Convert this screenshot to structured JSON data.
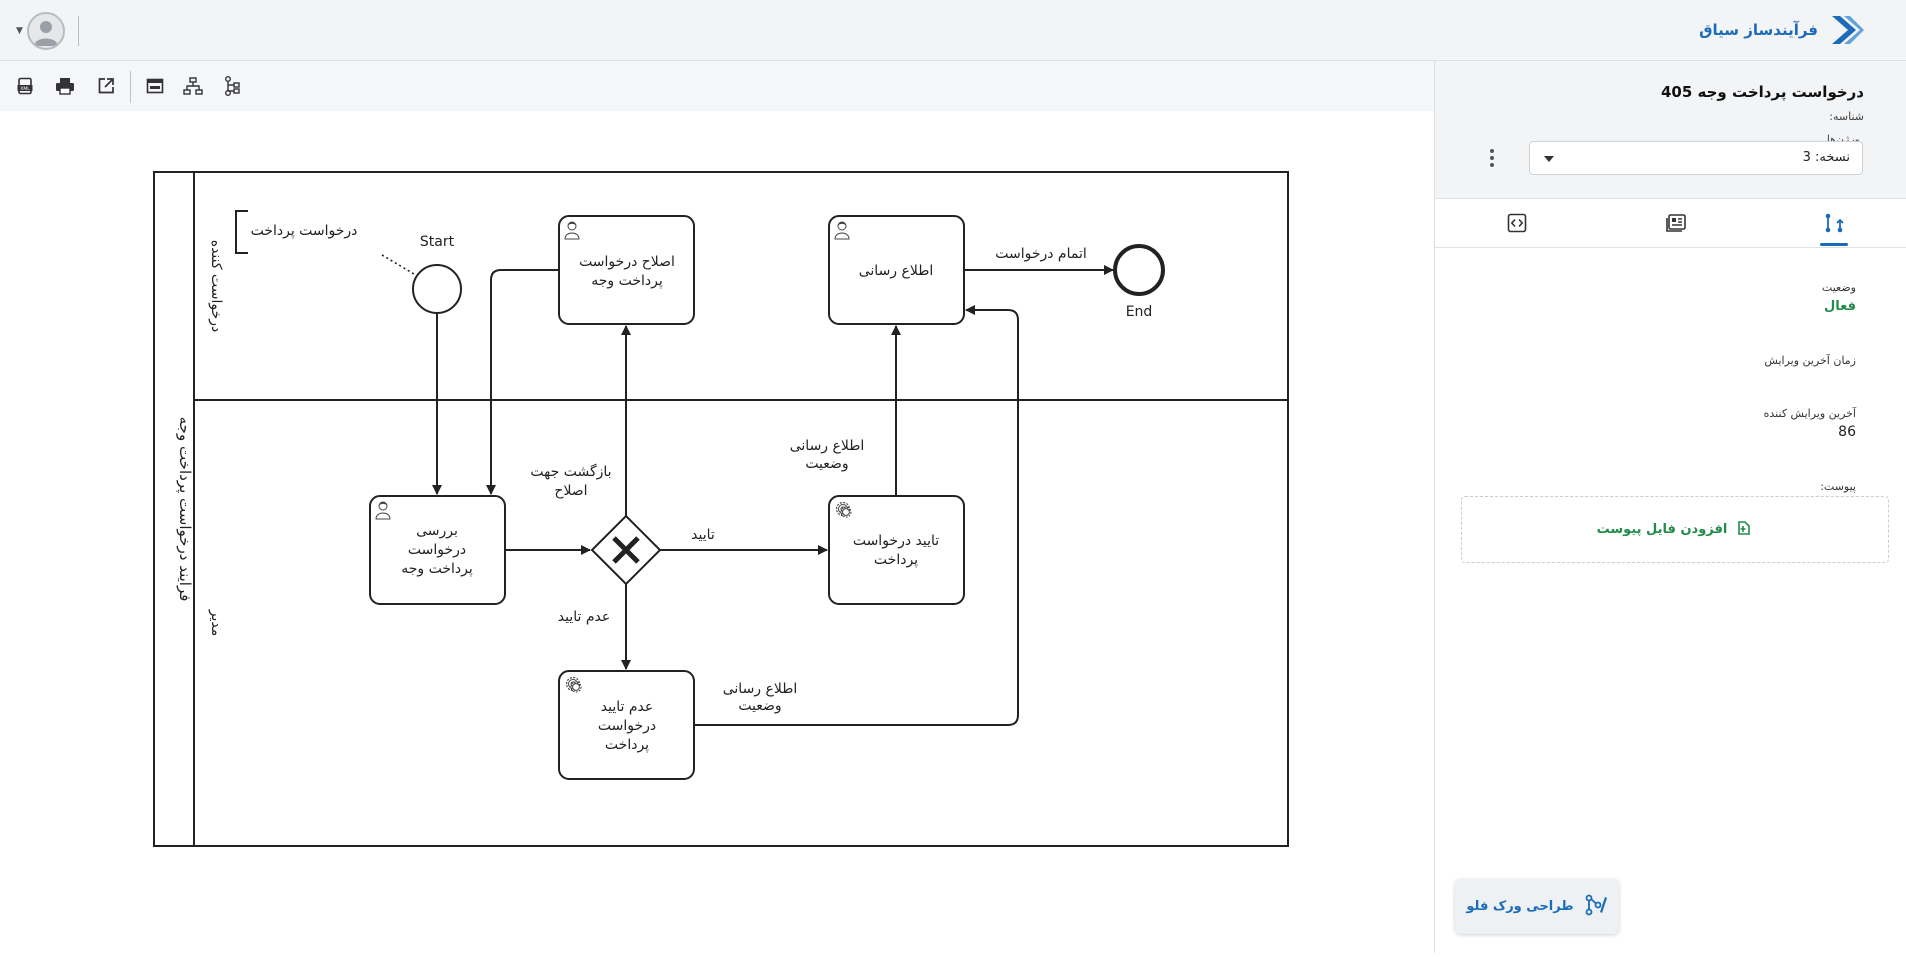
{
  "header": {
    "brand_name": "فرآیندساز سیاق"
  },
  "process": {
    "title": "درخواست پرداخت وجه 405",
    "id_label": "شناسه:",
    "versions_label": "ورژن‌ها",
    "version_value": "نسخه: 3"
  },
  "fields": {
    "status_label": "وضعیت",
    "status_value": "فعال",
    "last_edit_time_label": "زمان آخرین ویرایش",
    "last_editor_label": "آخرین ویرایش کننده",
    "last_editor_value": "86",
    "attachment_label": "پیوست:",
    "add_attachment_label": "افزودن فایل پیوست"
  },
  "design_workflow_label": "طراحی ورک فلو",
  "diagram": {
    "pool_label": "فرایند درخواست پرداخت وجه",
    "lane_requester": "درخواست کننده",
    "lane_manager": "مدیر",
    "annotation": "درخواست پرداخت",
    "start_label": "Start",
    "end_label": "End",
    "task_fix_line1": "اصلاح درخواست",
    "task_fix_line2": "پرداخت وجه",
    "task_notify": "اطلاع رسانی",
    "task_review_line1": "بررسی",
    "task_review_line2": "درخواست",
    "task_review_line3": "پرداخت وجه",
    "task_approve_line1": "تایید درخواست",
    "task_approve_line2": "پرداخت",
    "task_reject_line1": "عدم تایید",
    "task_reject_line2": "درخواست",
    "task_reject_line3": "پرداخت",
    "flow_return_line1": "بازگشت جهت",
    "flow_return_line2": "اصلاح",
    "flow_approve": "تایید",
    "flow_reject": "عدم تایید",
    "flow_notify_line1": "اطلاع رسانی",
    "flow_notify_line2": "وضعیت",
    "flow_notify2_line1": "اطلاع رسانی",
    "flow_notify2_line2": "وضعیت",
    "flow_finish": "اتمام درخواست"
  },
  "colors": {
    "accent": "#1b6bb8",
    "success": "#238a4a"
  },
  "icons": {
    "toolbar": [
      "xml-export-icon",
      "print-icon",
      "open-external-icon",
      "layout-icon",
      "align-icon",
      "tree-icon"
    ],
    "tabs": [
      "flow-tab-icon",
      "document-tab-icon",
      "code-tab-icon"
    ]
  }
}
